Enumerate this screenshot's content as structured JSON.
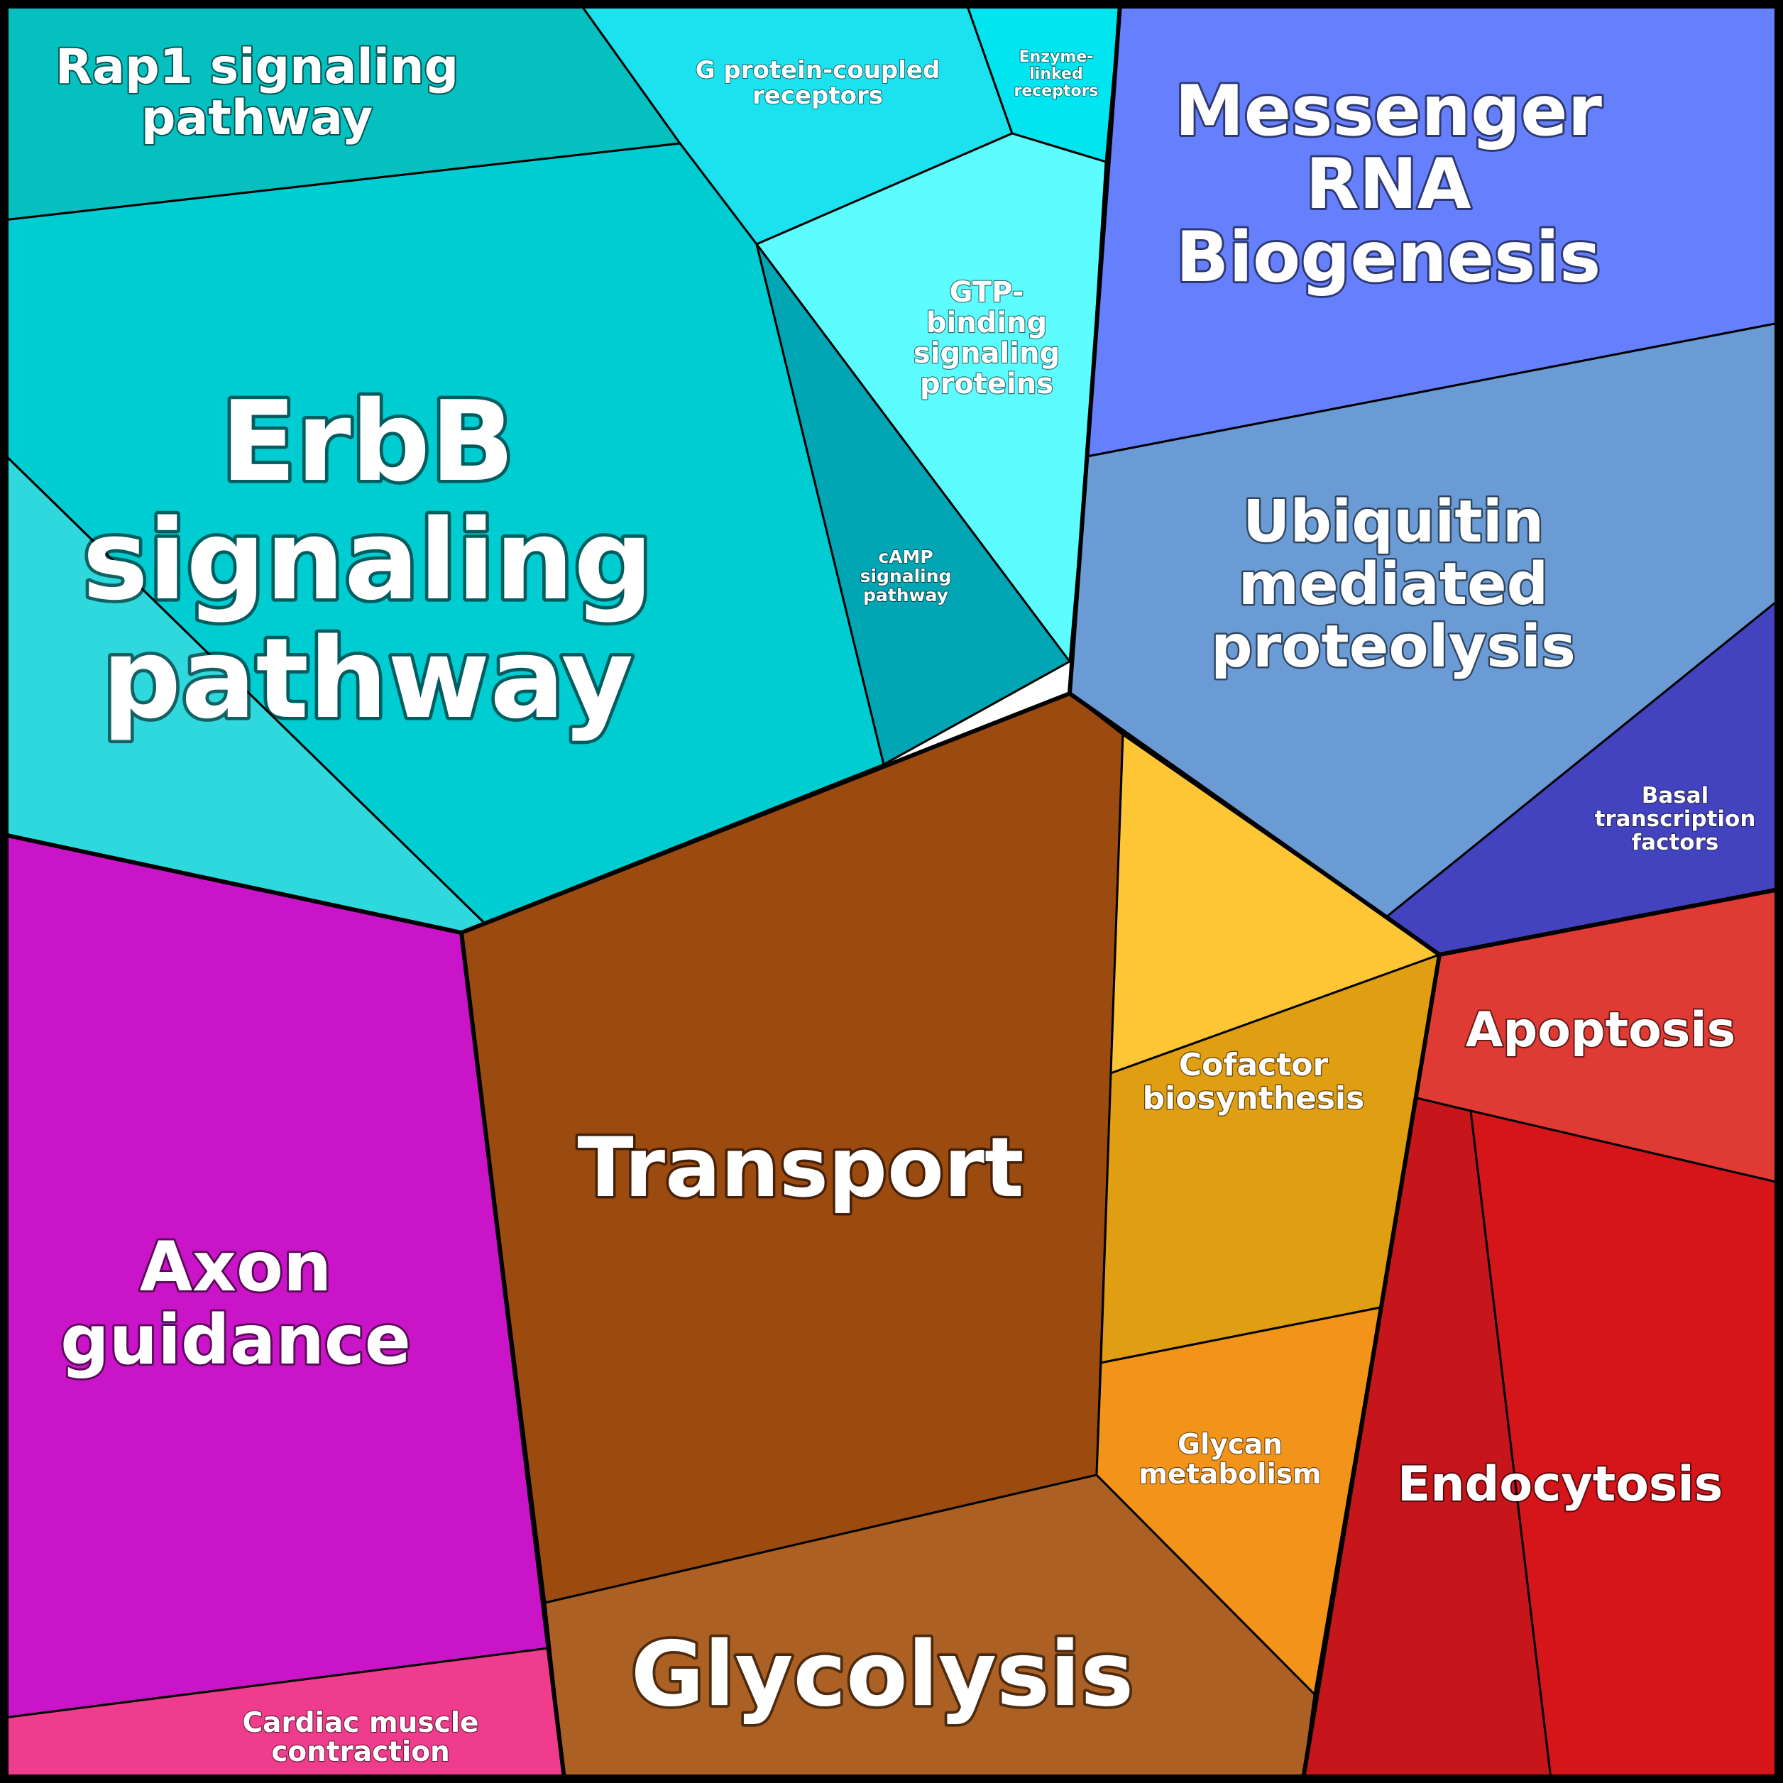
{
  "map": {
    "cells": [
      {
        "id": "rap1",
        "label": [
          "Rap1 signaling",
          "pathway"
        ],
        "color": "#06bfbf"
      },
      {
        "id": "gpcr",
        "label": [
          "G protein-coupled",
          "receptors"
        ],
        "color": "#1be2ee"
      },
      {
        "id": "enzyme",
        "label": [
          "Enzyme-",
          "linked",
          "receptors"
        ],
        "color": "#00e5ef"
      },
      {
        "id": "erbb",
        "label": [
          "ErbB",
          "signaling",
          "pathway"
        ],
        "color": "#00cdd1"
      },
      {
        "id": "erbb-sub",
        "label": [],
        "color": "#2ed8dc"
      },
      {
        "id": "gtp",
        "label": [
          "GTP-",
          "binding",
          "signaling",
          "proteins"
        ],
        "color": "#5dfcff"
      },
      {
        "id": "camp",
        "label": [
          "cAMP",
          "signaling",
          "pathway"
        ],
        "color": "#00a6b3"
      },
      {
        "id": "mrna",
        "label": [
          "Messenger",
          "RNA",
          "Biogenesis"
        ],
        "color": "#667ffd"
      },
      {
        "id": "ubiquitin",
        "label": [
          "Ubiquitin",
          "mediated",
          "proteolysis"
        ],
        "color": "#6b9bd5"
      },
      {
        "id": "basal",
        "label": [
          "Basal",
          "transcription",
          "factors"
        ],
        "color": "#4343c0"
      },
      {
        "id": "axon",
        "label": [
          "Axon",
          "guidance"
        ],
        "color": "#c914c7"
      },
      {
        "id": "cardiac",
        "label": [
          "Cardiac muscle",
          "contraction"
        ],
        "color": "#f03c8c"
      },
      {
        "id": "transport",
        "label": [
          "Transport"
        ],
        "color": "#9b4a10"
      },
      {
        "id": "glycolysis",
        "label": [
          "Glycolysis"
        ],
        "color": "#ac6023"
      },
      {
        "id": "cofactor-top",
        "label": [],
        "color": "#fec535"
      },
      {
        "id": "cofactor",
        "label": [
          "Cofactor",
          "biosynthesis"
        ],
        "color": "#e09e12"
      },
      {
        "id": "glycan",
        "label": [
          "Glycan",
          "metabolism"
        ],
        "color": "#f29419"
      },
      {
        "id": "apoptosis",
        "label": [
          "Apoptosis"
        ],
        "color": "#e03a35"
      },
      {
        "id": "endocytosis-left",
        "label": [],
        "color": "#c6161b"
      },
      {
        "id": "endocytosis",
        "label": [
          "Endocytosis"
        ],
        "color": "#d5151a"
      }
    ]
  }
}
